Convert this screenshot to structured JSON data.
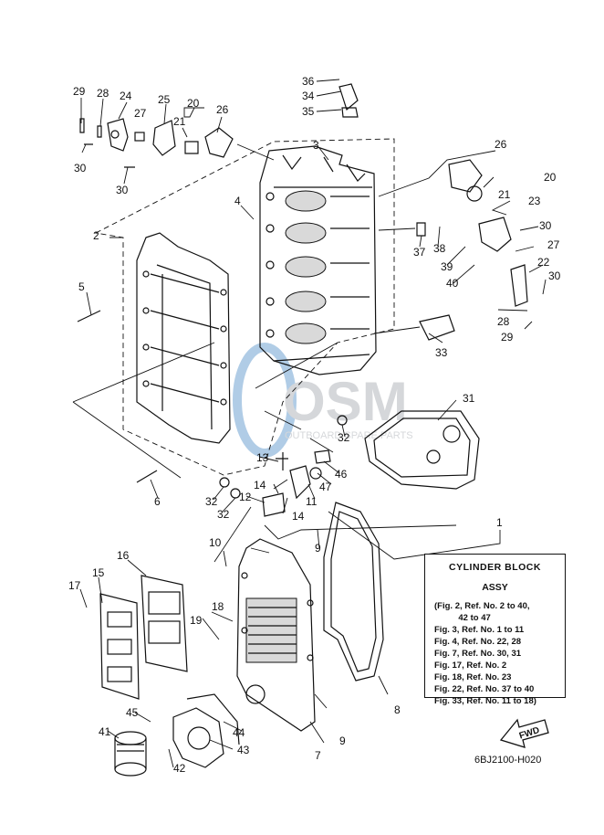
{
  "callouts": {
    "c2": "2",
    "c3": "3",
    "c4": "4",
    "c5": "5",
    "c6": "6",
    "c7": "7",
    "c8": "8",
    "c9a": "9",
    "c9b": "9",
    "c10": "10",
    "c11": "11",
    "c12": "12",
    "c13": "13",
    "c14a": "14",
    "c14b": "14",
    "c15": "15",
    "c16": "16",
    "c17": "17",
    "c18": "18",
    "c19": "19",
    "c20a": "20",
    "c20b": "20",
    "c21a": "21",
    "c21b": "21",
    "c22": "22",
    "c23": "23",
    "c24": "24",
    "c25": "25",
    "c26a": "26",
    "c26b": "26",
    "c27a": "27",
    "c27b": "27",
    "c28a": "28",
    "c28b": "28",
    "c29a": "29",
    "c29b": "29",
    "c30a": "30",
    "c30b": "30",
    "c30c": "30",
    "c30d": "30",
    "c31": "31",
    "c32a": "32",
    "c32b": "32",
    "c32c": "32",
    "c33": "33",
    "c34": "34",
    "c35": "35",
    "c36": "36",
    "c37": "37",
    "c38": "38",
    "c39": "39",
    "c40": "40",
    "c41": "41",
    "c42": "42",
    "c43": "43",
    "c44": "44",
    "c45": "45",
    "c46": "46",
    "c47": "47",
    "c1": "1"
  },
  "legend": {
    "title": "CYLINDER BLOCK",
    "subtitle": "ASSY",
    "lines": [
      "(Fig. 2, Ref. No. 2 to 40,",
      "          42 to 47",
      "Fig. 3, Ref. No. 1 to 11",
      "Fig. 4, Ref. No. 22, 28",
      "Fig. 7, Ref. No. 30, 31",
      "Fig. 17, Ref. No. 2",
      "Fig. 18, Ref. No. 23",
      "Fig. 22, Ref. No. 37 to 40",
      "Fig. 33, Ref. No. 11 to 18)"
    ]
  },
  "fwd_label": "FWD",
  "diagram_code": "6BJ2100-H020",
  "watermark": {
    "brand": "OSM",
    "tagline": "OUTBOARD SPARE PARTS"
  },
  "colors": {
    "line": "#111111",
    "watermark_blue": "#1f6fb8",
    "watermark_gray": "#8a8f96"
  }
}
